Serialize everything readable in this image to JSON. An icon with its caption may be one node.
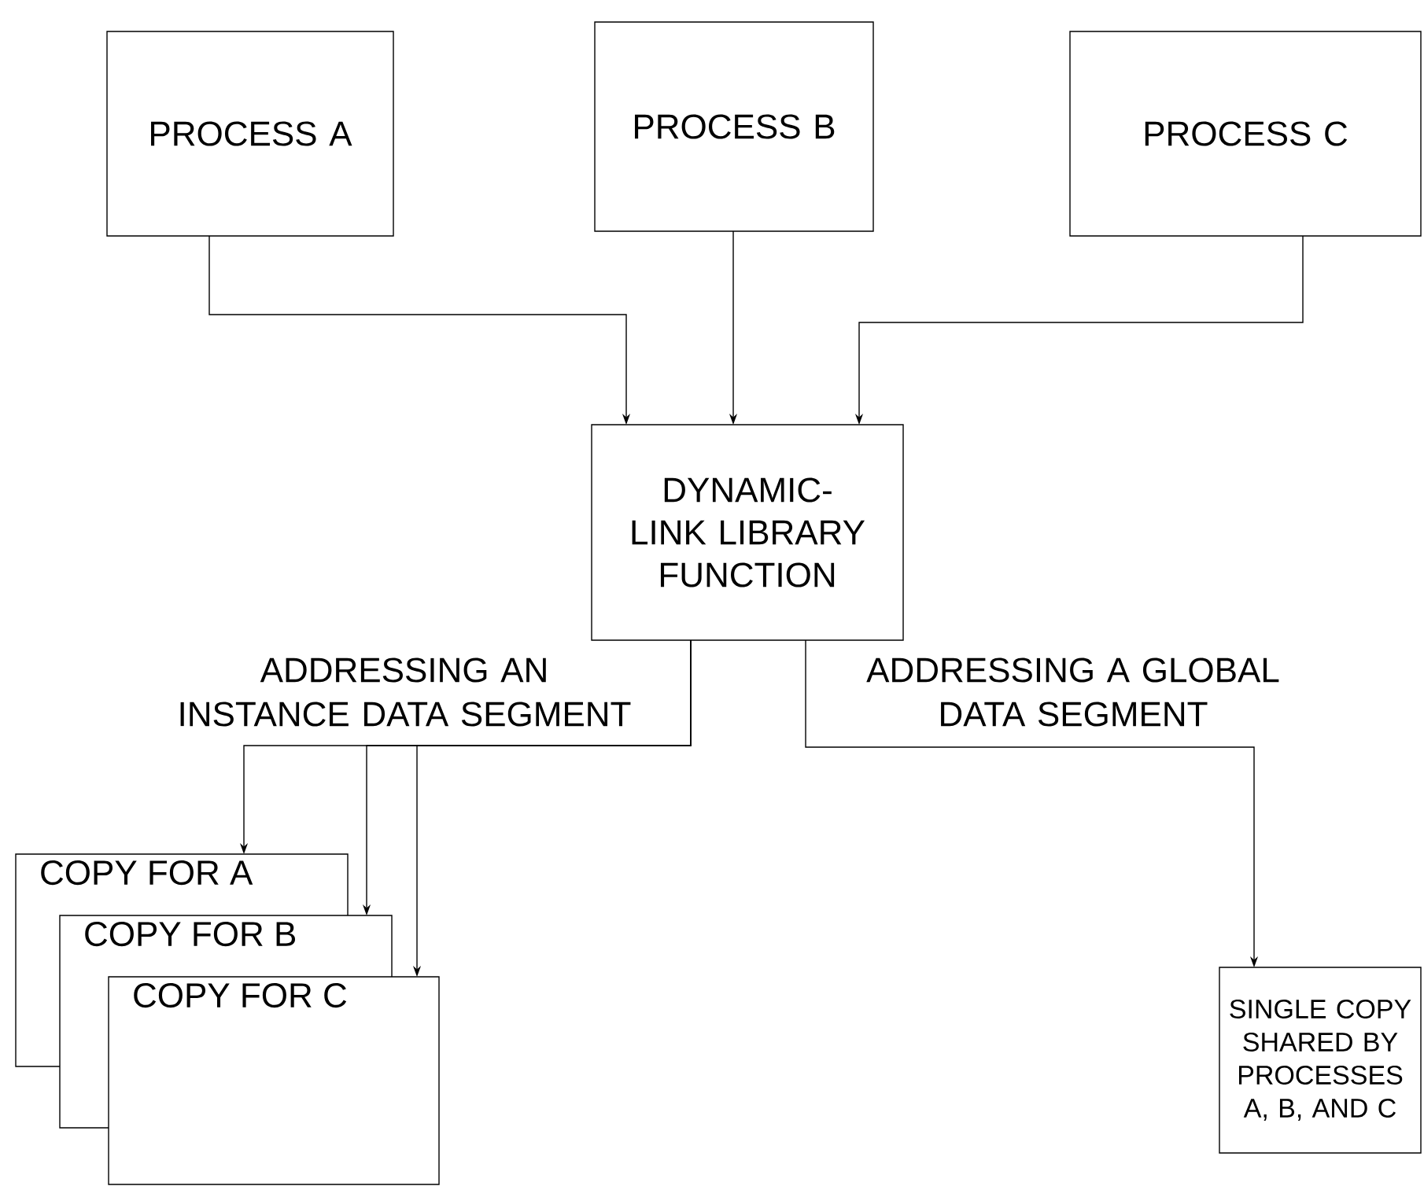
{
  "diagram": {
    "nodes": [
      {
        "text": [
          "PROCESS A"
        ]
      },
      {
        "text": [
          "PROCESS B"
        ]
      },
      {
        "text": [
          "PROCESS C"
        ]
      },
      {
        "text": [
          "DYNAMIC-LINK LIBRARY FUNCTION"
        ]
      },
      {
        "text": [
          "COPY FOR A"
        ]
      },
      {
        "text": [
          "COPY FOR B"
        ]
      },
      {
        "text": [
          "COPY FOR C"
        ]
      },
      {
        "text": [
          "SINGLE COPY SHARED BY PROCESSES A, B, AND C"
        ]
      }
    ],
    "edges": [
      {
        "from": 0,
        "to": 3,
        "arrow": "to"
      },
      {
        "from": 1,
        "to": 3,
        "arrow": "to"
      },
      {
        "from": 2,
        "to": 3,
        "arrow": "to"
      },
      {
        "from": 3,
        "to": 4,
        "arrow": "to",
        "label": "ADDRESSING AN INSTANCE DATA SEGMENT"
      },
      {
        "from": 3,
        "to": 5,
        "arrow": "to"
      },
      {
        "from": 3,
        "to": 6,
        "arrow": "to"
      },
      {
        "from": 3,
        "to": 7,
        "arrow": "to",
        "label": "ADDRESSING A GLOBAL DATA SEGMENT"
      }
    ]
  }
}
